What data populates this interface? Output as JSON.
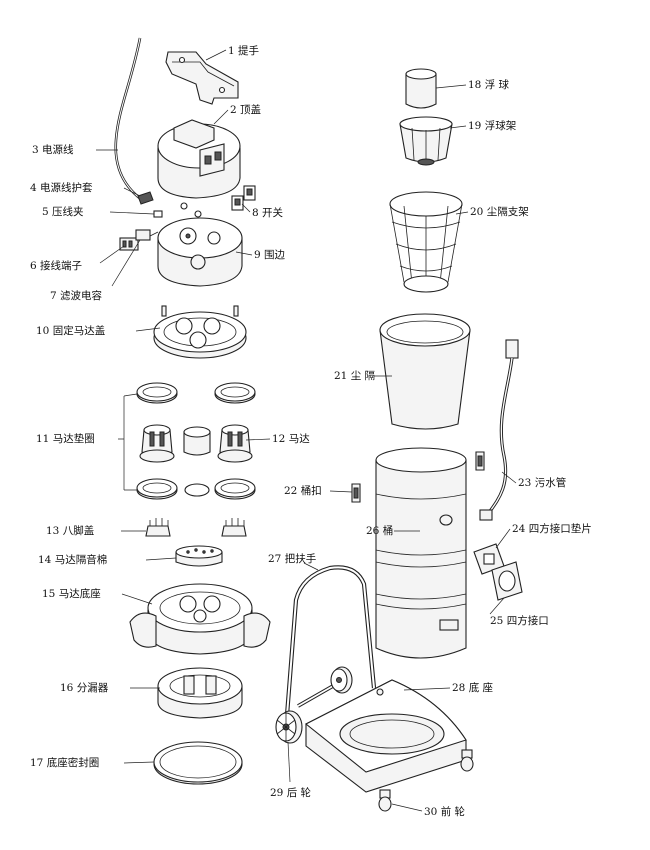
{
  "parts": [
    {
      "no": "1",
      "name": "提手"
    },
    {
      "no": "2",
      "name": "顶盖"
    },
    {
      "no": "3",
      "name": "电源线"
    },
    {
      "no": "4",
      "name": "电源线护套"
    },
    {
      "no": "5",
      "name": "压线夹"
    },
    {
      "no": "6",
      "name": "接线端子"
    },
    {
      "no": "7",
      "name": "滤波电容"
    },
    {
      "no": "8",
      "name": "开关"
    },
    {
      "no": "9",
      "name": "围边"
    },
    {
      "no": "10",
      "name": "固定马达盖"
    },
    {
      "no": "11",
      "name": "马达垫圈"
    },
    {
      "no": "12",
      "name": "马达"
    },
    {
      "no": "13",
      "name": "八脚盖"
    },
    {
      "no": "14",
      "name": "马达隔音棉"
    },
    {
      "no": "15",
      "name": "马达底座"
    },
    {
      "no": "16",
      "name": "分漏器"
    },
    {
      "no": "17",
      "name": "底座密封圈"
    },
    {
      "no": "18",
      "name": "浮 球"
    },
    {
      "no": "19",
      "name": "浮球架"
    },
    {
      "no": "20",
      "name": "尘隔支架"
    },
    {
      "no": "21",
      "name": "尘 隔"
    },
    {
      "no": "22",
      "name": "桶扣"
    },
    {
      "no": "23",
      "name": "污水管"
    },
    {
      "no": "24",
      "name": "四方接口垫片"
    },
    {
      "no": "25",
      "name": "四方接口"
    },
    {
      "no": "26",
      "name": "桶"
    },
    {
      "no": "27",
      "name": "把扶手"
    },
    {
      "no": "28",
      "name": "底 座"
    },
    {
      "no": "29",
      "name": "后 轮"
    },
    {
      "no": "30",
      "name": "前 轮"
    }
  ]
}
